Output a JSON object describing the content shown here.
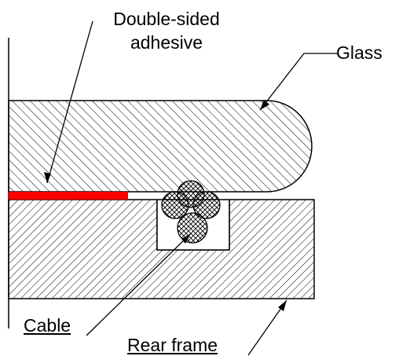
{
  "labels": {
    "adhesive_line1": "Double-sided",
    "adhesive_line2": "adhesive",
    "glass": "Glass",
    "cable": "Cable",
    "rear_frame": "Rear frame"
  },
  "colors": {
    "adhesive": "#ff0000",
    "outline": "#000000",
    "hatch": "#000000",
    "background": "#ffffff"
  }
}
